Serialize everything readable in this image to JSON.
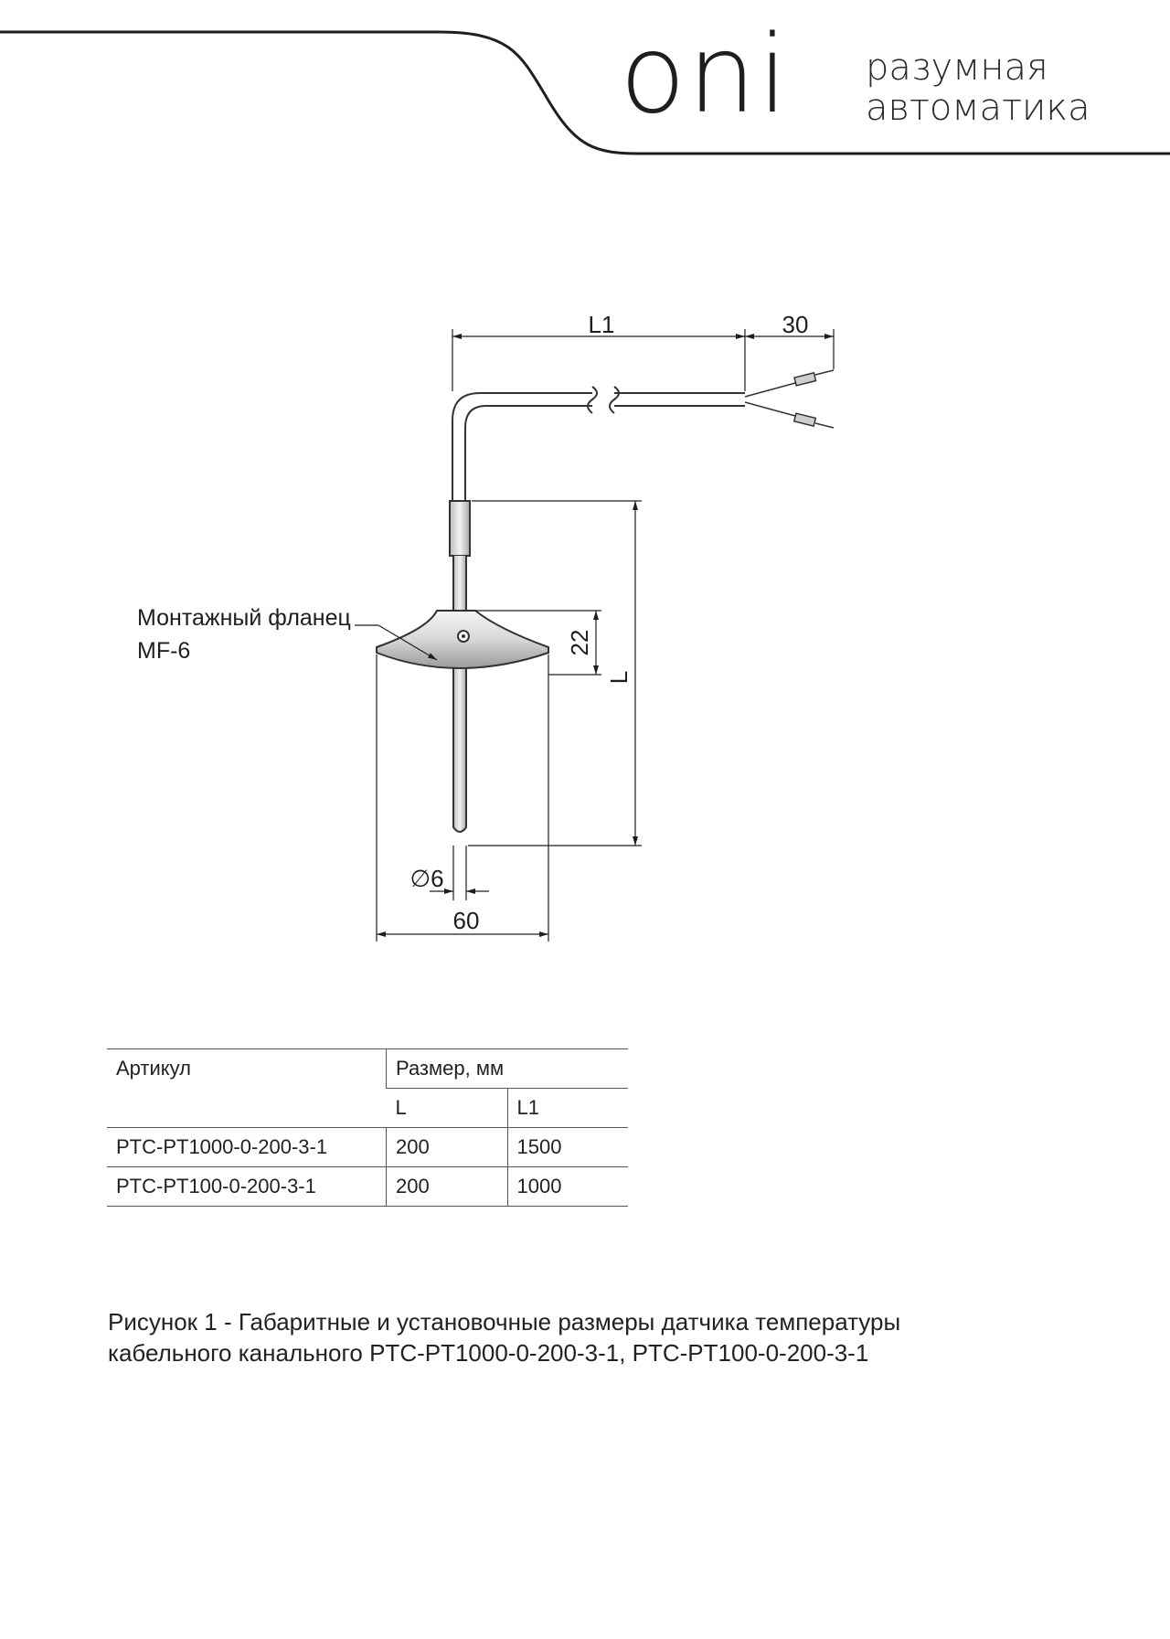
{
  "header": {
    "logo": "oni",
    "tagline_line1": "разумная",
    "tagline_line2": "автоматика"
  },
  "drawing": {
    "dim_L1": "L1",
    "dim_30": "30",
    "dim_22": "22",
    "dim_L": "L",
    "dim_d6": "∅6",
    "dim_60": "60",
    "flange_label_line1": "Монтажный фланец",
    "flange_label_line2": "MF-6"
  },
  "table": {
    "header_article": "Артикул",
    "header_size": "Размер, мм",
    "sub_L": "L",
    "sub_L1": "L1",
    "rows": [
      {
        "article": "PTC-PT1000-0-200-3-1",
        "L": "200",
        "L1": "1500"
      },
      {
        "article": "PTC-PT100-0-200-3-1",
        "L": "200",
        "L1": "1000"
      }
    ]
  },
  "caption": {
    "line1": "Рисунок 1 - Габаритные и установочные размеры датчика температуры",
    "line2": "кабельного канального PTC-PT1000-0-200-3-1, PTC-PT100-0-200-3-1"
  }
}
